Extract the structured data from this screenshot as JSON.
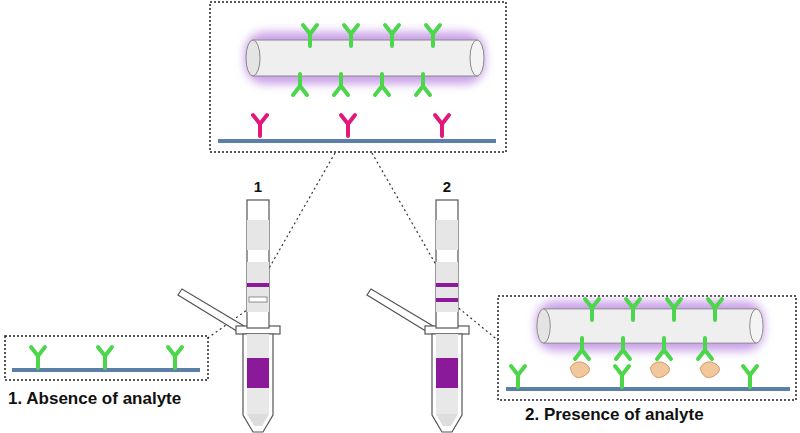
{
  "diagram": {
    "labels": [
      "1",
      "2",
      "1. Absence of analyte",
      "2. Presence of analyte"
    ]
  }
}
